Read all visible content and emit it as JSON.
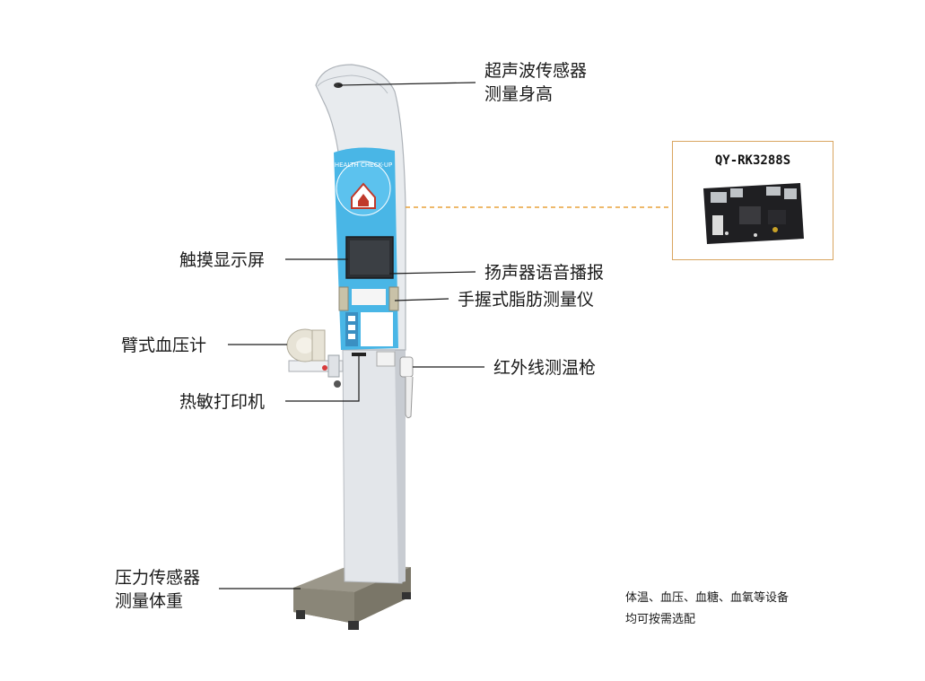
{
  "labels": {
    "ultrasonic_line1": "超声波传感器",
    "ultrasonic_line2": "测量身高",
    "touch_screen": "触摸显示屏",
    "speaker": "扬声器语音播报",
    "body_fat": "手握式脂肪测量仪",
    "blood_pressure": "臂式血压计",
    "infrared": "红外线测温枪",
    "printer": "热敏打印机",
    "pressure_line1": "压力传感器",
    "pressure_line2": "测量体重"
  },
  "board": {
    "model": "QY-RK3288S"
  },
  "note": {
    "line1": "体温、血压、血糖、血氧等设备",
    "line2": "均可按需选配"
  },
  "panel_text": {
    "emblem": "HEALTH CHECK-UP"
  },
  "colors": {
    "panel_blue": "#49b6e6",
    "connector": "#e8a23a",
    "board_border": "#d9a560"
  }
}
